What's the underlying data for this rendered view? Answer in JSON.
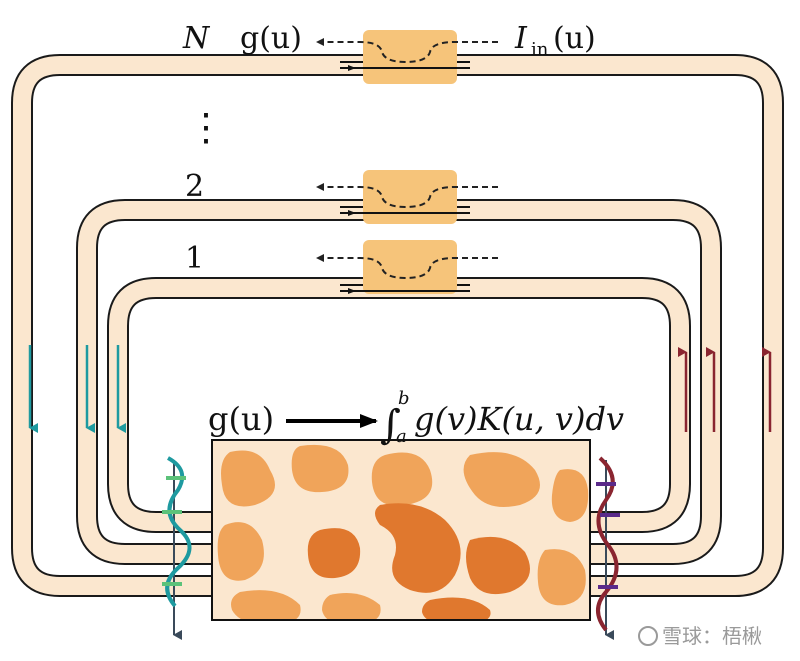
{
  "labels": {
    "loop_top": "N",
    "output_top": "g(u)",
    "input_top": "I",
    "input_top_sub": "in",
    "input_top_arg": "(u)",
    "dots": "⋮",
    "loop_2": "2",
    "loop_1": "1",
    "input_field": "g(u)",
    "integral_sign": "∫",
    "integral_upper": "b",
    "integral_lower": "a",
    "integral_body": "g(v)K(u, v)dv"
  },
  "watermark": {
    "text": "雪球：梧楸"
  },
  "colors": {
    "waveguide_fill": "#fbe7cf",
    "waveguide_stroke": "#1a1a1a",
    "coupler": "#f6c47a",
    "medium_light": "#fbe7cf",
    "medium_mid": "#f0a45a",
    "medium_dark": "#e0782e",
    "teal": "#1e9aa0",
    "green_wave": "#5cc27a",
    "maroon": "#8a2530",
    "purple_wave": "#5a2a8a"
  },
  "icons": {
    "couplers": "directional-coupler-icon",
    "arrows": "arrow-icon"
  }
}
